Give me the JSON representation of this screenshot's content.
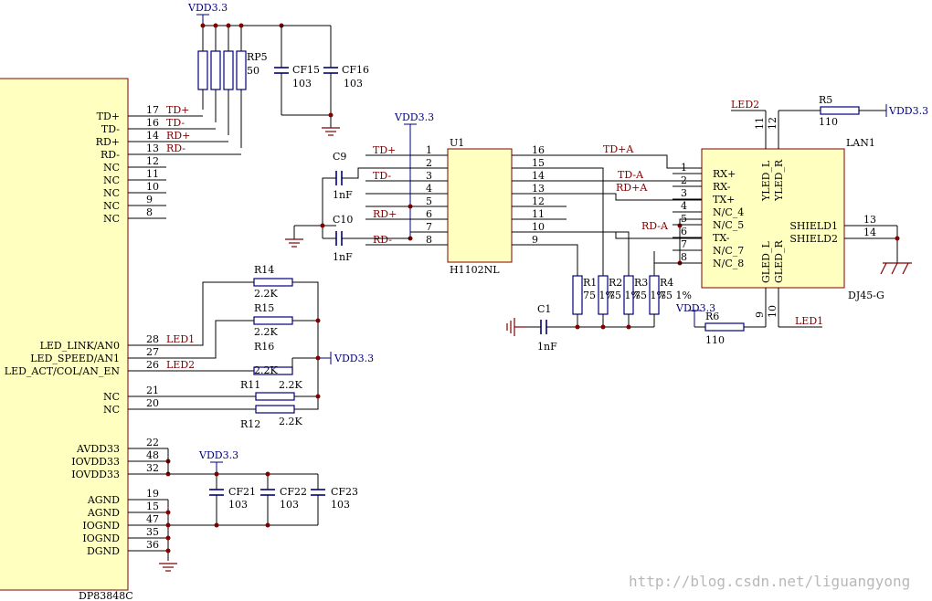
{
  "chips": {
    "phy": {
      "part": "DP83848C",
      "pins": [
        {
          "name": "TD+",
          "num": "17",
          "net": "TD+"
        },
        {
          "name": "TD-",
          "num": "16",
          "net": "TD-"
        },
        {
          "name": "RD+",
          "num": "14",
          "net": "RD+"
        },
        {
          "name": "RD-",
          "num": "13",
          "net": "RD-"
        },
        {
          "name": "NC",
          "num": "12",
          "net": ""
        },
        {
          "name": "NC",
          "num": "11",
          "net": ""
        },
        {
          "name": "NC",
          "num": "10",
          "net": ""
        },
        {
          "name": "NC",
          "num": "9",
          "net": ""
        },
        {
          "name": "NC",
          "num": "8",
          "net": ""
        },
        {
          "name": "LED_LINK/AN0",
          "num": "28",
          "net": "LED1"
        },
        {
          "name": "LED_SPEED/AN1",
          "num": "27",
          "net": ""
        },
        {
          "name": "LED_ACT/COL/AN_EN",
          "num": "26",
          "net": "LED2"
        },
        {
          "name": "NC",
          "num": "21",
          "net": ""
        },
        {
          "name": "NC",
          "num": "20",
          "net": ""
        },
        {
          "name": "AVDD33",
          "num": "22",
          "net": ""
        },
        {
          "name": "IOVDD33",
          "num": "48",
          "net": ""
        },
        {
          "name": "IOVDD33",
          "num": "32",
          "net": ""
        },
        {
          "name": "AGND",
          "num": "19",
          "net": ""
        },
        {
          "name": "AGND",
          "num": "15",
          "net": ""
        },
        {
          "name": "IOGND",
          "num": "47",
          "net": ""
        },
        {
          "name": "IOGND",
          "num": "35",
          "net": ""
        },
        {
          "name": "DGND",
          "num": "36",
          "net": ""
        }
      ]
    },
    "xfmr": {
      "ref": "U1",
      "part": "H1102NL",
      "left_pins": [
        {
          "num": "1",
          "net": "TD+"
        },
        {
          "num": "2",
          "net": ""
        },
        {
          "num": "3",
          "net": "TD-"
        },
        {
          "num": "4",
          "net": ""
        },
        {
          "num": "5",
          "net": ""
        },
        {
          "num": "6",
          "net": "RD+"
        },
        {
          "num": "7",
          "net": ""
        },
        {
          "num": "8",
          "net": "RD-"
        }
      ],
      "right_pins": [
        {
          "num": "16",
          "net": "TD+A"
        },
        {
          "num": "15",
          "net": ""
        },
        {
          "num": "14",
          "net": "TD-A"
        },
        {
          "num": "13",
          "net": "RD+A"
        },
        {
          "num": "12",
          "net": ""
        },
        {
          "num": "11",
          "net": ""
        },
        {
          "num": "10",
          "net": "RD-A"
        },
        {
          "num": "9",
          "net": ""
        }
      ]
    },
    "rj45": {
      "ref": "LAN1",
      "part": "DJ45-G",
      "left_pins": [
        {
          "num": "1",
          "name": "RX+"
        },
        {
          "num": "2",
          "name": "RX-"
        },
        {
          "num": "3",
          "name": "TX+"
        },
        {
          "num": "4",
          "name": "N/C_4"
        },
        {
          "num": "5",
          "name": "N/C_5"
        },
        {
          "num": "6",
          "name": "TX-"
        },
        {
          "num": "7",
          "name": "N/C_7"
        },
        {
          "num": "8",
          "name": "N/C_8"
        }
      ],
      "right_pins": [
        {
          "num": "13",
          "name": "SHIELD1"
        },
        {
          "num": "14",
          "name": "SHIELD2"
        }
      ],
      "top_pins": [
        {
          "num": "11",
          "name": "YLED_L"
        },
        {
          "num": "12",
          "name": "YLED_R"
        }
      ],
      "bottom_pins": [
        {
          "num": "9",
          "name": "GLED_L"
        },
        {
          "num": "10",
          "name": "GLED_R"
        }
      ]
    }
  },
  "components": {
    "rp5": {
      "ref": "RP5",
      "value": "50"
    },
    "cf15": {
      "ref": "CF15",
      "value": "103"
    },
    "cf16": {
      "ref": "CF16",
      "value": "103"
    },
    "c9": {
      "ref": "C9",
      "value": "1nF"
    },
    "c10": {
      "ref": "C10",
      "value": "1nF"
    },
    "c1": {
      "ref": "C1",
      "value": "1nF"
    },
    "r14": {
      "ref": "R14",
      "value": "2.2K"
    },
    "r15": {
      "ref": "R15",
      "value": "2.2K"
    },
    "r16": {
      "ref": "R16",
      "value": "2.2K"
    },
    "r11": {
      "ref": "R11",
      "value": "2.2K"
    },
    "r12": {
      "ref": "R12",
      "value": "2.2K"
    },
    "r1": {
      "ref": "R1",
      "value": "75 1%"
    },
    "r2": {
      "ref": "R2",
      "value": "75 1%"
    },
    "r3": {
      "ref": "R3",
      "value": "75 1%"
    },
    "r4": {
      "ref": "R4",
      "value": "75 1%"
    },
    "r5": {
      "ref": "R5",
      "value": "110"
    },
    "r6": {
      "ref": "R6",
      "value": "110"
    },
    "cf21": {
      "ref": "CF21",
      "value": "103"
    },
    "cf22": {
      "ref": "CF22",
      "value": "103"
    },
    "cf23": {
      "ref": "CF23",
      "value": "103"
    }
  },
  "power": {
    "vdd_top": "VDD3.3",
    "vdd_u1": "VDD3.3",
    "vdd_led": "VDD3.3",
    "vdd_cf": "VDD3.3",
    "vdd_r5": "VDD3.3",
    "vdd_r6": "VDD3.3"
  },
  "nets": {
    "led2_top": "LED2",
    "led1_bottom": "LED1"
  },
  "watermark": "http://blog.csdn.net/liguangyong"
}
